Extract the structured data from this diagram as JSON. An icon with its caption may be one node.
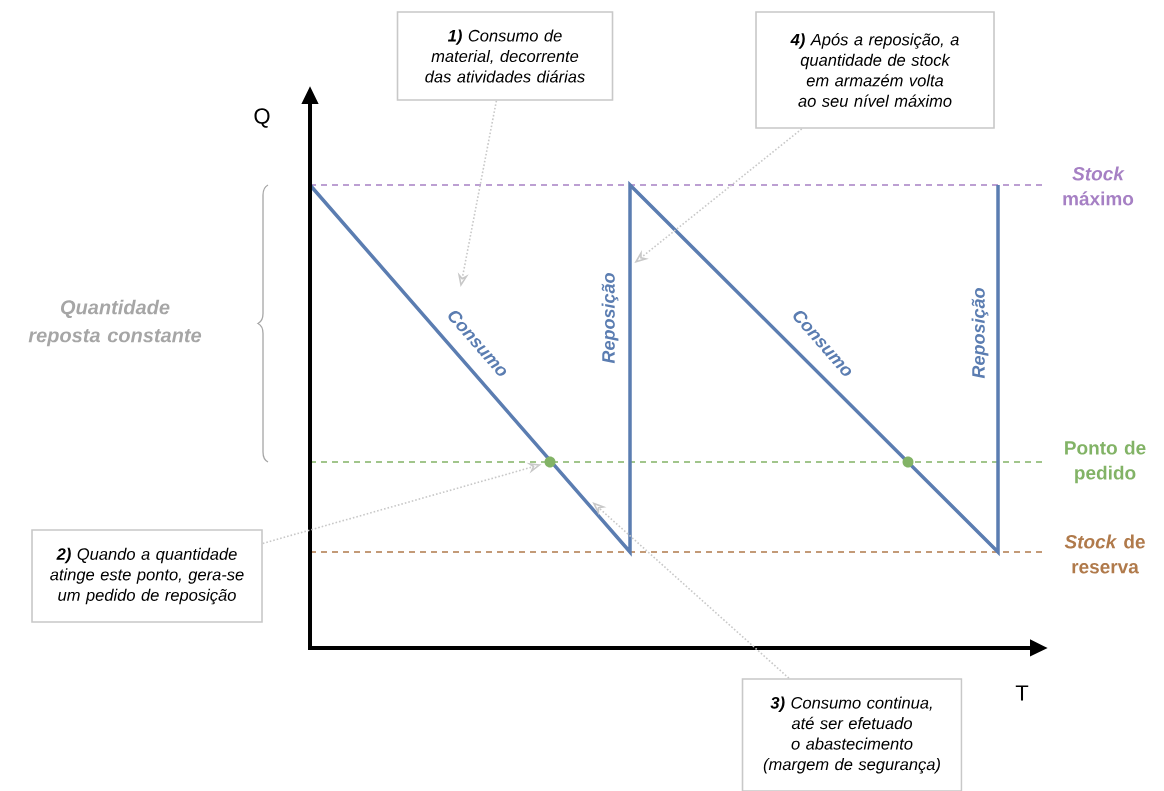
{
  "diagram": {
    "nodes": [
      {
        "text": [
          "**1)** Consumo de material, decorrente das atividades diárias"
        ]
      },
      {
        "text": [
          "**4)** Após a reposição, a quantidade de stock em armazém volta ao seu nível máximo"
        ]
      },
      {
        "text": [],
        "shape": "circle"
      },
      {
        "text": [],
        "shape": "circle"
      },
      {
        "text": [
          "**2)** Quando a quantidade atinge este ponto, gera-se um pedido de reposição"
        ]
      },
      {
        "text": [
          "**3)** Consumo continua, até ser efetuado o abastecimento (margem de segurança)"
        ]
      }
    ],
    "edges": [
      {
        "from": 0,
        "to": null,
        "arrow": "to"
      },
      {
        "from": 1,
        "to": null,
        "arrow": "to"
      },
      {
        "from": 4,
        "to": 2,
        "arrow": "to"
      },
      {
        "from": 5,
        "to": null,
        "arrow": "to"
      }
    ],
    "labels": [
      "Q",
      "*Stock* máximo",
      "Quantidade reposta constante",
      "Consumo",
      "Reposição",
      "Consumo",
      "Reposição",
      "Ponto de pedido",
      "*Stock* de reserva",
      "T"
    ]
  }
}
